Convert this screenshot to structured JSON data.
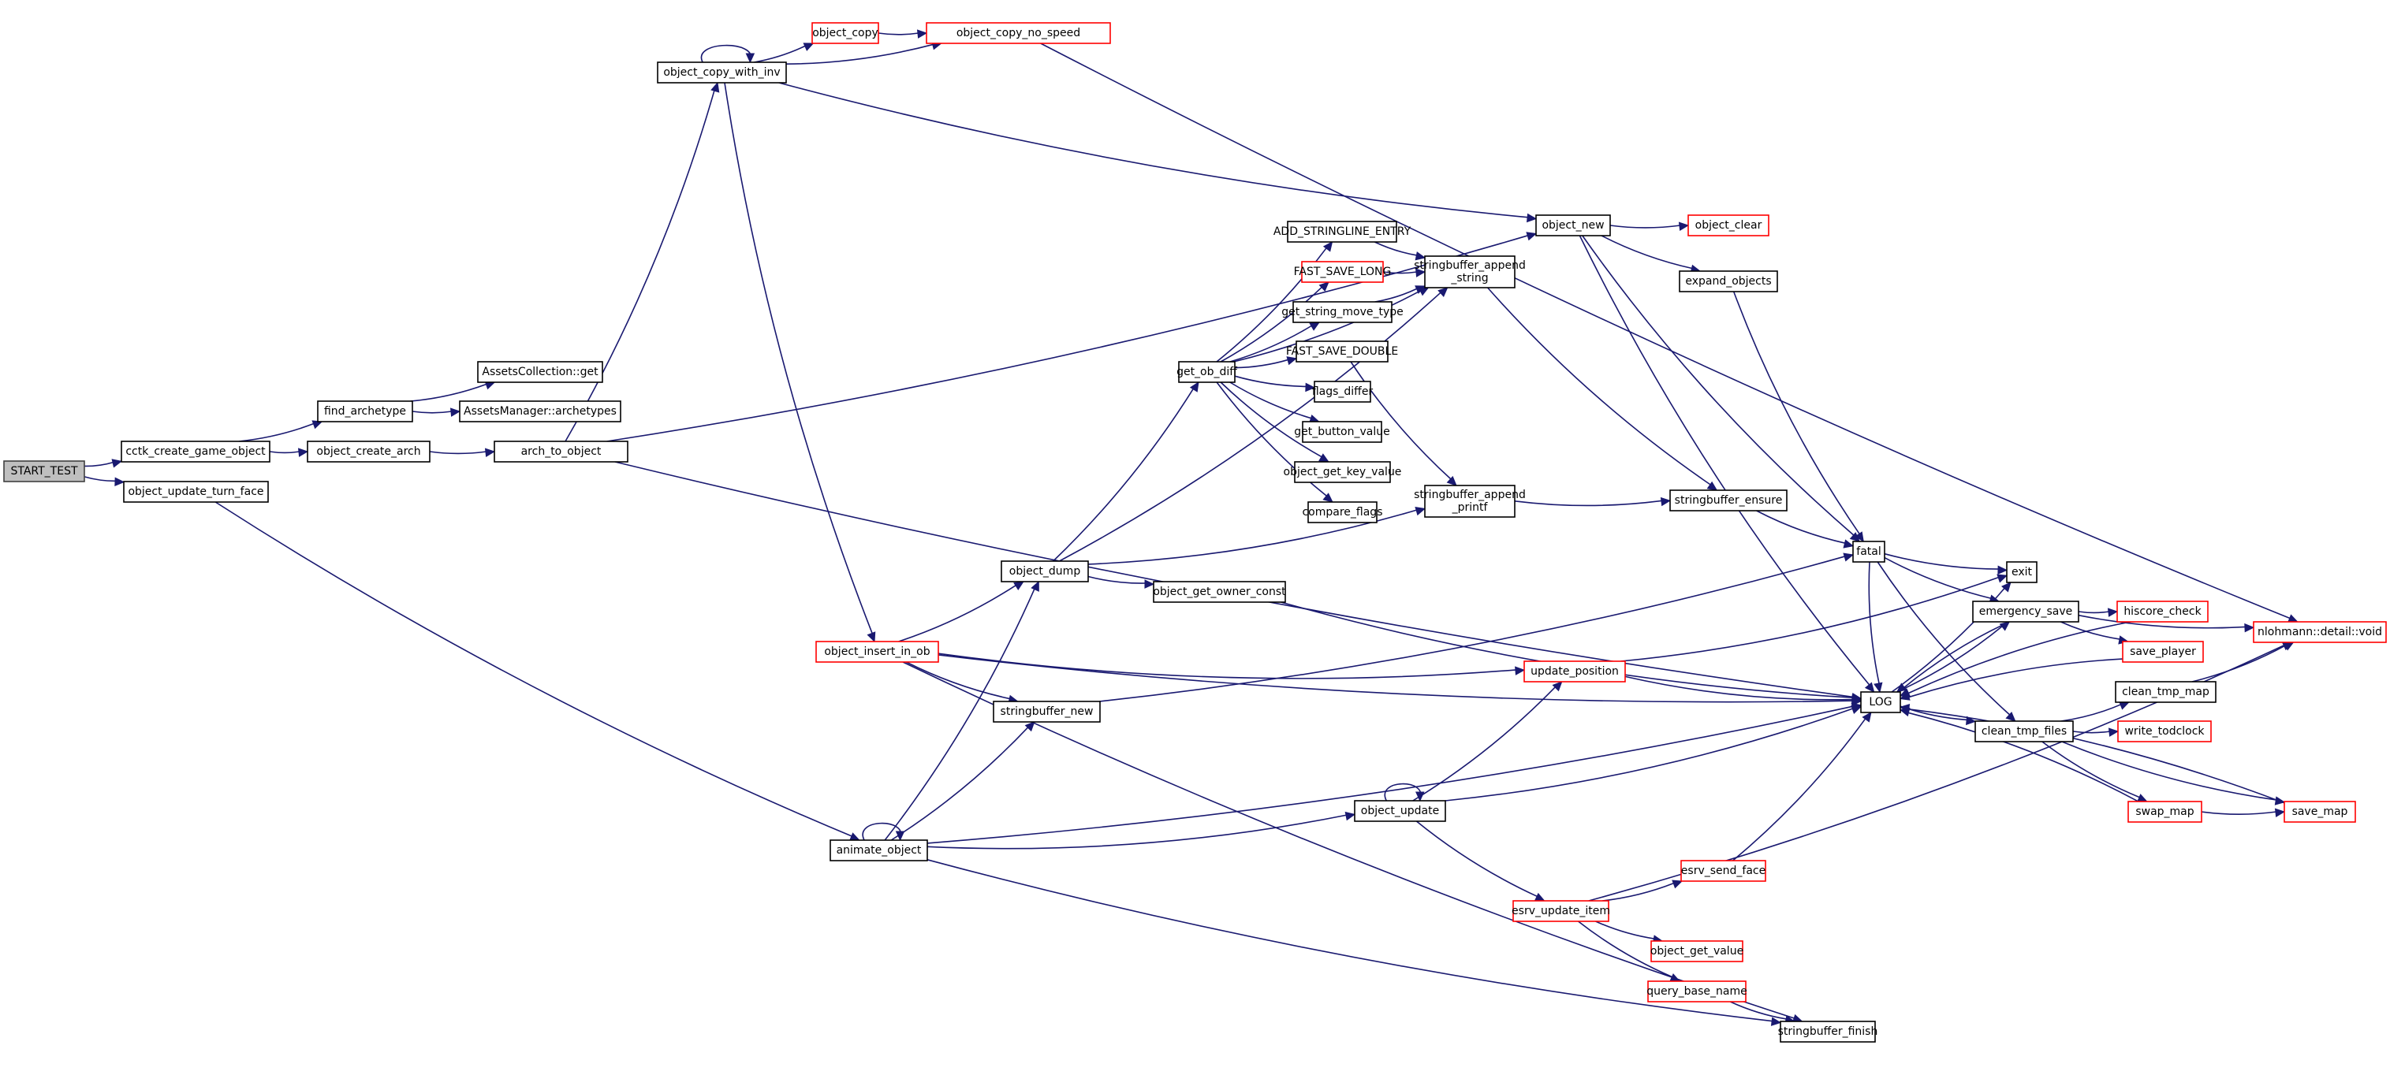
{
  "diagram": {
    "type": "call-graph",
    "edge_color": "#191970",
    "truncated_border_color": "#ff0000",
    "root_fill_color": "#bfbfbf",
    "nodes": [
      {
        "id": "START_TEST",
        "label": "START_TEST",
        "kind": "root"
      },
      {
        "id": "cctk_create_game_object",
        "label": "cctk_create_game_object",
        "kind": "normal"
      },
      {
        "id": "object_update_turn_face",
        "label": "object_update_turn_face",
        "kind": "normal"
      },
      {
        "id": "find_archetype",
        "label": "find_archetype",
        "kind": "normal"
      },
      {
        "id": "AssetsCollection_get",
        "label": "AssetsCollection::get",
        "kind": "normal"
      },
      {
        "id": "AssetsManager_archetypes",
        "label": "AssetsManager::archetypes",
        "kind": "normal"
      },
      {
        "id": "object_create_arch",
        "label": "object_create_arch",
        "kind": "normal"
      },
      {
        "id": "arch_to_object",
        "label": "arch_to_object",
        "kind": "normal"
      },
      {
        "id": "object_copy_with_inv",
        "label": "object_copy_with_inv",
        "kind": "normal"
      },
      {
        "id": "object_copy",
        "label": "object_copy",
        "kind": "truncated"
      },
      {
        "id": "object_copy_no_speed",
        "label": "object_copy_no_speed",
        "kind": "truncated"
      },
      {
        "id": "object_new",
        "label": "object_new",
        "kind": "normal"
      },
      {
        "id": "object_clear",
        "label": "object_clear",
        "kind": "truncated"
      },
      {
        "id": "expand_objects",
        "label": "expand_objects",
        "kind": "normal"
      },
      {
        "id": "ADD_STRINGLINE_ENTRY",
        "label": "ADD_STRINGLINE_ENTRY",
        "kind": "normal"
      },
      {
        "id": "FAST_SAVE_LONG",
        "label": "FAST_SAVE_LONG",
        "kind": "truncated"
      },
      {
        "id": "stringbuffer_append_string",
        "label": "stringbuffer_append\n_string",
        "kind": "normal"
      },
      {
        "id": "get_string_move_type",
        "label": "get_string_move_type",
        "kind": "normal"
      },
      {
        "id": "FAST_SAVE_DOUBLE",
        "label": "FAST_SAVE_DOUBLE",
        "kind": "normal"
      },
      {
        "id": "get_ob_diff",
        "label": "get_ob_diff",
        "kind": "normal"
      },
      {
        "id": "flags_differ",
        "label": "flags_differ",
        "kind": "normal"
      },
      {
        "id": "get_button_value",
        "label": "get_button_value",
        "kind": "normal"
      },
      {
        "id": "object_get_key_value",
        "label": "object_get_key_value",
        "kind": "normal"
      },
      {
        "id": "compare_flags",
        "label": "compare_flags",
        "kind": "normal"
      },
      {
        "id": "stringbuffer_append_printf",
        "label": "stringbuffer_append\n_printf",
        "kind": "normal"
      },
      {
        "id": "stringbuffer_ensure",
        "label": "stringbuffer_ensure",
        "kind": "normal"
      },
      {
        "id": "object_dump",
        "label": "object_dump",
        "kind": "normal"
      },
      {
        "id": "object_get_owner_const",
        "label": "object_get_owner_const",
        "kind": "normal"
      },
      {
        "id": "object_insert_in_ob",
        "label": "object_insert_in_ob",
        "kind": "truncated"
      },
      {
        "id": "stringbuffer_new",
        "label": "stringbuffer_new",
        "kind": "normal"
      },
      {
        "id": "fatal",
        "label": "fatal",
        "kind": "normal"
      },
      {
        "id": "exit",
        "label": "exit",
        "kind": "normal"
      },
      {
        "id": "emergency_save",
        "label": "emergency_save",
        "kind": "normal"
      },
      {
        "id": "hiscore_check",
        "label": "hiscore_check",
        "kind": "truncated"
      },
      {
        "id": "save_player",
        "label": "save_player",
        "kind": "truncated"
      },
      {
        "id": "nlohmann_detail_void",
        "label": "nlohmann::detail::void",
        "kind": "truncated"
      },
      {
        "id": "LOG",
        "label": "LOG",
        "kind": "normal"
      },
      {
        "id": "update_position",
        "label": "update_position",
        "kind": "truncated"
      },
      {
        "id": "clean_tmp_map",
        "label": "clean_tmp_map",
        "kind": "normal"
      },
      {
        "id": "clean_tmp_files",
        "label": "clean_tmp_files",
        "kind": "normal"
      },
      {
        "id": "write_todclock",
        "label": "write_todclock",
        "kind": "truncated"
      },
      {
        "id": "swap_map",
        "label": "swap_map",
        "kind": "truncated"
      },
      {
        "id": "save_map",
        "label": "save_map",
        "kind": "truncated"
      },
      {
        "id": "animate_object",
        "label": "animate_object",
        "kind": "normal"
      },
      {
        "id": "object_update",
        "label": "object_update",
        "kind": "normal"
      },
      {
        "id": "esrv_send_face",
        "label": "esrv_send_face",
        "kind": "truncated"
      },
      {
        "id": "esrv_update_item",
        "label": "esrv_update_item",
        "kind": "truncated"
      },
      {
        "id": "object_get_value",
        "label": "object_get_value",
        "kind": "truncated"
      },
      {
        "id": "query_base_name",
        "label": "query_base_name",
        "kind": "truncated"
      },
      {
        "id": "stringbuffer_finish",
        "label": "stringbuffer_finish",
        "kind": "normal"
      }
    ],
    "edges": [
      [
        "START_TEST",
        "cctk_create_game_object"
      ],
      [
        "START_TEST",
        "object_update_turn_face"
      ],
      [
        "cctk_create_game_object",
        "find_archetype"
      ],
      [
        "cctk_create_game_object",
        "object_create_arch"
      ],
      [
        "find_archetype",
        "AssetsCollection_get"
      ],
      [
        "find_archetype",
        "AssetsManager_archetypes"
      ],
      [
        "object_create_arch",
        "arch_to_object"
      ],
      [
        "arch_to_object",
        "object_copy_with_inv"
      ],
      [
        "arch_to_object",
        "object_new"
      ],
      [
        "arch_to_object",
        "LOG"
      ],
      [
        "object_copy_with_inv",
        "object_copy_with_inv"
      ],
      [
        "object_copy_with_inv",
        "object_copy"
      ],
      [
        "object_copy_with_inv",
        "object_copy_no_speed"
      ],
      [
        "object_copy_with_inv",
        "object_new"
      ],
      [
        "object_copy_with_inv",
        "object_insert_in_ob"
      ],
      [
        "object_copy",
        "object_copy_no_speed"
      ],
      [
        "object_copy_no_speed",
        "nlohmann_detail_void"
      ],
      [
        "object_new",
        "object_clear"
      ],
      [
        "object_new",
        "expand_objects"
      ],
      [
        "object_new",
        "fatal"
      ],
      [
        "object_new",
        "LOG"
      ],
      [
        "expand_objects",
        "fatal"
      ],
      [
        "ADD_STRINGLINE_ENTRY",
        "stringbuffer_append_string"
      ],
      [
        "FAST_SAVE_LONG",
        "stringbuffer_append_string"
      ],
      [
        "get_string_move_type",
        "stringbuffer_append_string"
      ],
      [
        "FAST_SAVE_DOUBLE",
        "stringbuffer_append_printf"
      ],
      [
        "stringbuffer_append_string",
        "stringbuffer_ensure"
      ],
      [
        "stringbuffer_append_printf",
        "stringbuffer_ensure"
      ],
      [
        "stringbuffer_ensure",
        "fatal"
      ],
      [
        "get_ob_diff",
        "ADD_STRINGLINE_ENTRY"
      ],
      [
        "get_ob_diff",
        "FAST_SAVE_LONG"
      ],
      [
        "get_ob_diff",
        "stringbuffer_append_string"
      ],
      [
        "get_ob_diff",
        "get_string_move_type"
      ],
      [
        "get_ob_diff",
        "FAST_SAVE_DOUBLE"
      ],
      [
        "get_ob_diff",
        "flags_differ"
      ],
      [
        "get_ob_diff",
        "get_button_value"
      ],
      [
        "get_ob_diff",
        "object_get_key_value"
      ],
      [
        "get_ob_diff",
        "compare_flags"
      ],
      [
        "object_dump",
        "get_ob_diff"
      ],
      [
        "object_dump",
        "stringbuffer_append_string"
      ],
      [
        "object_dump",
        "stringbuffer_append_printf"
      ],
      [
        "object_dump",
        "object_get_owner_const"
      ],
      [
        "object_get_owner_const",
        "LOG"
      ],
      [
        "object_insert_in_ob",
        "object_dump"
      ],
      [
        "object_insert_in_ob",
        "stringbuffer_new"
      ],
      [
        "object_insert_in_ob",
        "update_position"
      ],
      [
        "object_insert_in_ob",
        "LOG"
      ],
      [
        "object_insert_in_ob",
        "stringbuffer_finish"
      ],
      [
        "stringbuffer_new",
        "fatal"
      ],
      [
        "fatal",
        "exit"
      ],
      [
        "fatal",
        "emergency_save"
      ],
      [
        "fatal",
        "clean_tmp_files"
      ],
      [
        "fatal",
        "LOG"
      ],
      [
        "emergency_save",
        "hiscore_check"
      ],
      [
        "emergency_save",
        "save_player"
      ],
      [
        "emergency_save",
        "nlohmann_detail_void"
      ],
      [
        "emergency_save",
        "LOG"
      ],
      [
        "hiscore_check",
        "LOG"
      ],
      [
        "save_player",
        "LOG"
      ],
      [
        "LOG",
        "exit"
      ],
      [
        "LOG",
        "emergency_save"
      ],
      [
        "LOG",
        "clean_tmp_files"
      ],
      [
        "update_position",
        "LOG"
      ],
      [
        "update_position",
        "exit"
      ],
      [
        "clean_tmp_files",
        "clean_tmp_map"
      ],
      [
        "clean_tmp_files",
        "write_todclock"
      ],
      [
        "clean_tmp_files",
        "swap_map"
      ],
      [
        "clean_tmp_files",
        "save_map"
      ],
      [
        "clean_tmp_map",
        "nlohmann_detail_void"
      ],
      [
        "swap_map",
        "save_map"
      ],
      [
        "swap_map",
        "LOG"
      ],
      [
        "save_map",
        "LOG"
      ],
      [
        "object_update_turn_face",
        "animate_object"
      ],
      [
        "animate_object",
        "animate_object"
      ],
      [
        "animate_object",
        "object_dump"
      ],
      [
        "animate_object",
        "stringbuffer_new"
      ],
      [
        "animate_object",
        "object_update"
      ],
      [
        "animate_object",
        "LOG"
      ],
      [
        "animate_object",
        "stringbuffer_finish"
      ],
      [
        "object_update",
        "object_update"
      ],
      [
        "object_update",
        "update_position"
      ],
      [
        "object_update",
        "LOG"
      ],
      [
        "object_update",
        "esrv_update_item"
      ],
      [
        "esrv_update_item",
        "esrv_send_face"
      ],
      [
        "esrv_update_item",
        "nlohmann_detail_void"
      ],
      [
        "esrv_update_item",
        "object_get_value"
      ],
      [
        "esrv_update_item",
        "query_base_name"
      ],
      [
        "esrv_send_face",
        "LOG"
      ],
      [
        "query_base_name",
        "stringbuffer_finish"
      ]
    ]
  }
}
